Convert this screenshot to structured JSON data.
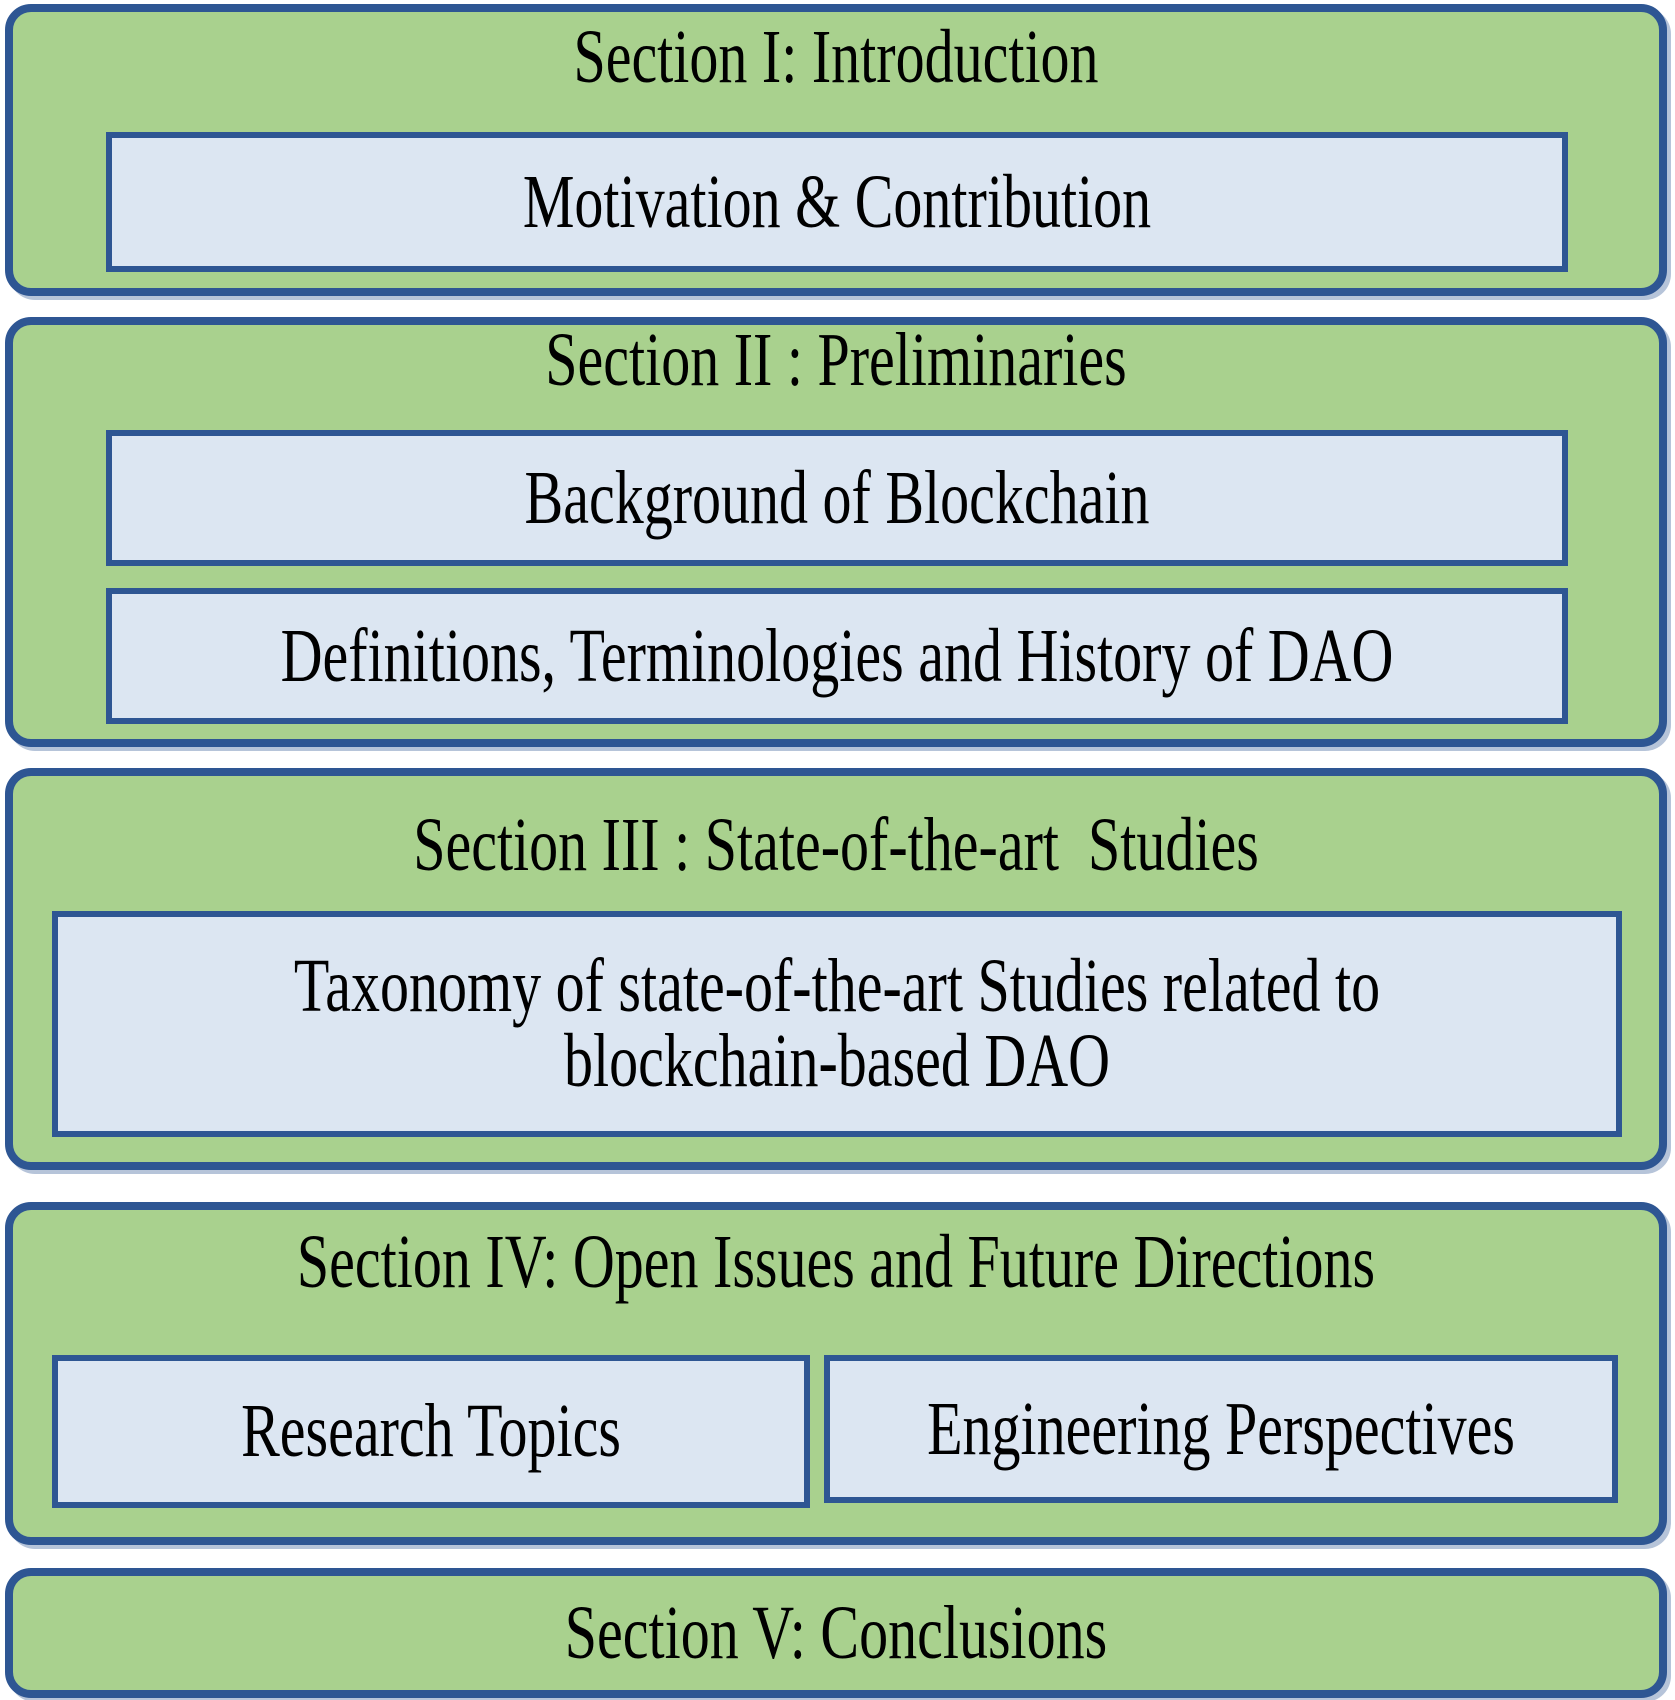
{
  "figure": {
    "description": "Paper organization diagram with five stacked section blocks",
    "colors": {
      "section_fill_green": "#a9d18e",
      "border_blue": "#2e5693",
      "inner_box_fill_blue": "#dce6f2",
      "text": "#000000",
      "page_background": "#ffffff"
    }
  },
  "sections": [
    {
      "title": "Section I: Introduction",
      "boxes": [
        {
          "label": "Motivation & Contribution"
        }
      ]
    },
    {
      "title": "Section II : Preliminaries",
      "boxes": [
        {
          "label": "Background of Blockchain"
        },
        {
          "label": "Definitions, Terminologies and History of DAO"
        }
      ]
    },
    {
      "title": "Section III : State-of-the-art  Studies",
      "boxes": [
        {
          "label": "Taxonomy of state-of-the-art Studies related to blockchain-based DAO"
        }
      ]
    },
    {
      "title": "Section IV: Open Issues and Future Directions",
      "boxes": [
        {
          "label": "Research Topics"
        },
        {
          "label": "Engineering Perspectives"
        }
      ]
    },
    {
      "title": "Section V: Conclusions",
      "boxes": []
    }
  ]
}
